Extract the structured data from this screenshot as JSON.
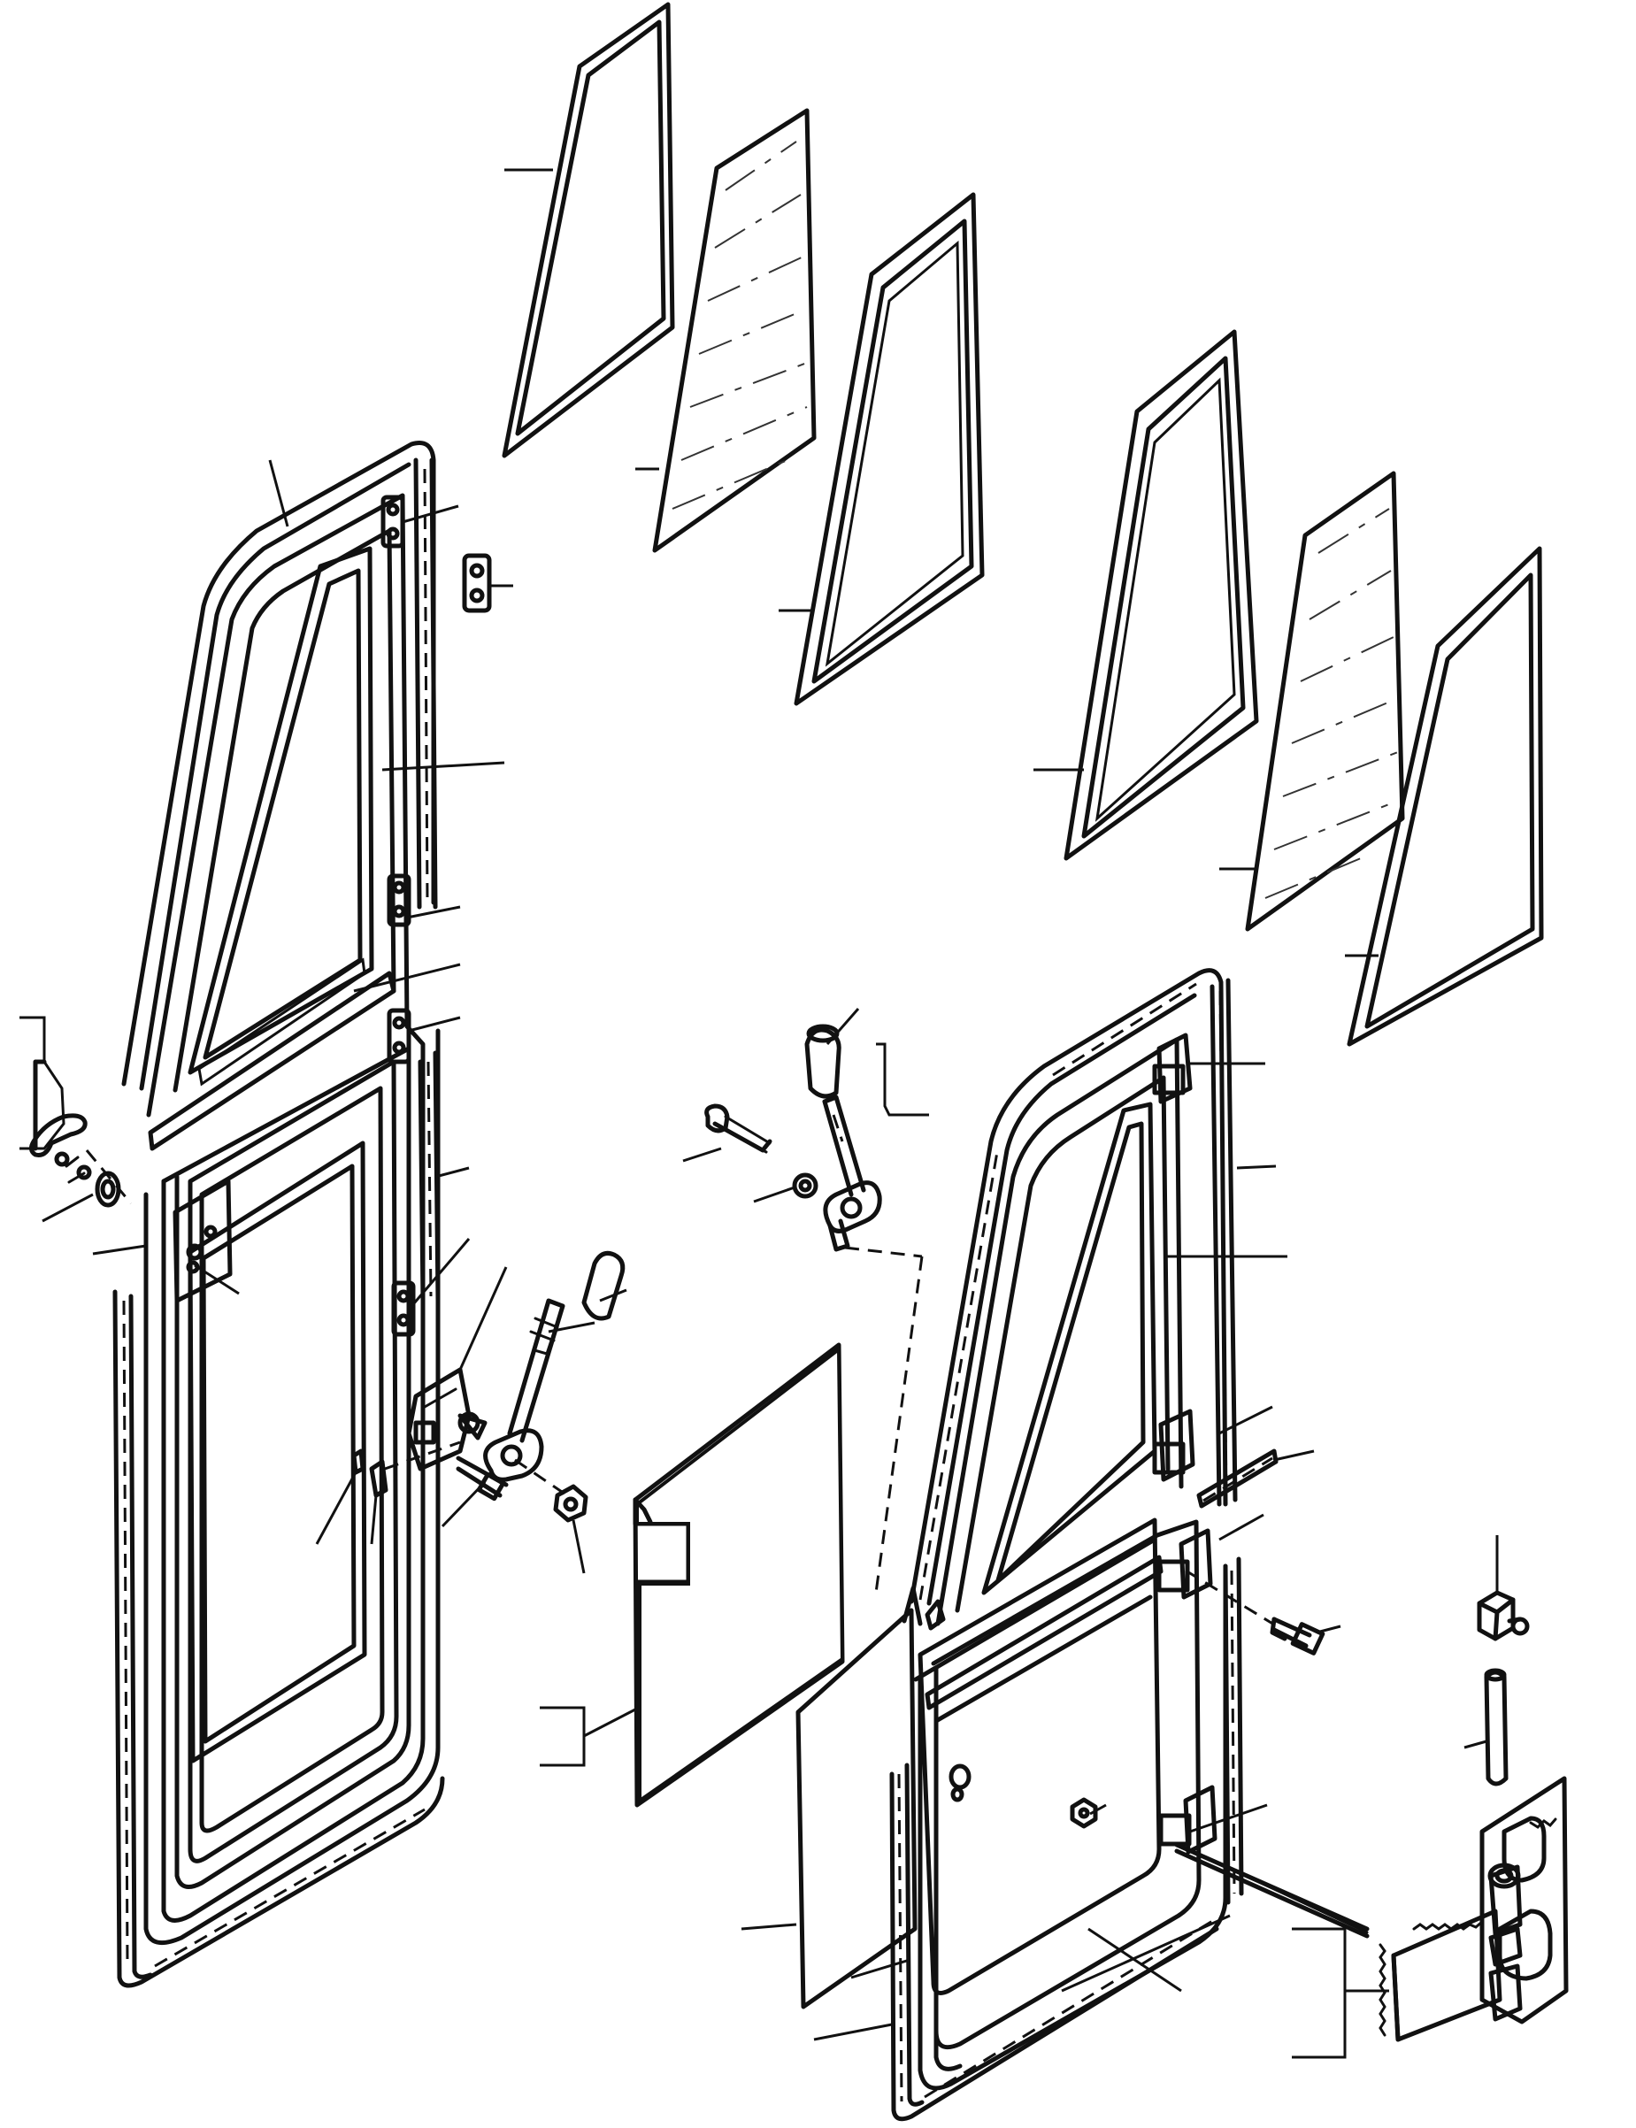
{
  "diagram": {
    "parts": [
      {
        "id": "upper-glass-seal-left",
        "label": ""
      },
      {
        "id": "upper-glass-pane-left",
        "label": ""
      },
      {
        "id": "upper-glass-frame-seal-left",
        "label": ""
      },
      {
        "id": "upper-glass-seal-right",
        "label": ""
      },
      {
        "id": "upper-glass-pane-right",
        "label": ""
      },
      {
        "id": "upper-glass-frame-seal-right",
        "label": ""
      },
      {
        "id": "left-door-assembly",
        "label": ""
      },
      {
        "id": "right-door-assembly",
        "label": ""
      },
      {
        "id": "door-panel-insulation",
        "label": ""
      },
      {
        "id": "inner-door-panel",
        "label": ""
      },
      {
        "id": "latch-assembly",
        "label": ""
      },
      {
        "id": "handle-lever-left",
        "label": ""
      },
      {
        "id": "handle-lever-right",
        "label": ""
      },
      {
        "id": "hinge-assembly",
        "label": ""
      },
      {
        "id": "hinge-pin",
        "label": ""
      },
      {
        "id": "hinge-block",
        "label": ""
      }
    ],
    "colors": {
      "ink": "#111111",
      "background": "#ffffff"
    }
  }
}
